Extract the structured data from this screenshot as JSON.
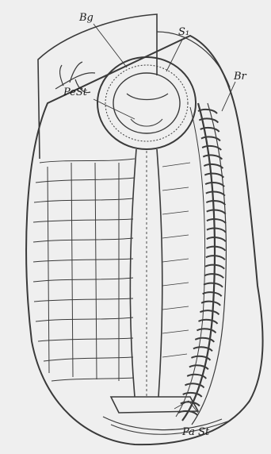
{
  "labels": {
    "bg": "Bg",
    "s1": "S₁",
    "pest": "PeSt",
    "br": "Br",
    "past": "Pa St"
  }
}
